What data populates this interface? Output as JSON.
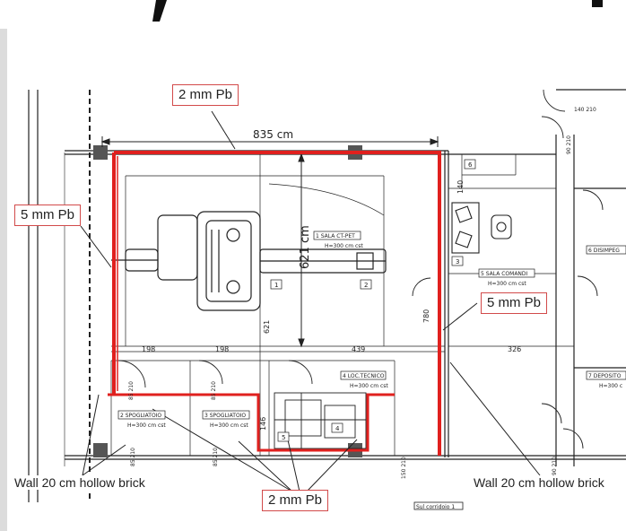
{
  "labels": {
    "pb_top": "2 mm Pb",
    "pb_left": "5 mm Pb",
    "pb_right": "5 mm Pb",
    "pb_bottom": "2 mm Pb",
    "wall_left": "Wall 20 cm hollow brick",
    "wall_right": "Wall 20 cm hollow brick"
  },
  "dimensions": {
    "width_total": "835 cm",
    "height_total": "621 cm",
    "seg_198a": "198",
    "seg_198b": "198",
    "seg_439": "439",
    "seg_326": "326",
    "seg_780": "780",
    "seg_621_small": "621",
    "seg_146": "146",
    "seg_140": "140",
    "door_140_210": "140 210",
    "door_90_210": "90 210",
    "door_85_210a": "85 210",
    "door_85_210b": "85 210",
    "door_85_210c": "85 210",
    "door_85_210d": "85 210",
    "door_150_210": "150 210",
    "door_90_210b": "90 210"
  },
  "rooms": {
    "r1_name": "1 SALA CT-PET",
    "r1_h": "H=300 cm cst",
    "r2_name": "2 SPOGLIATOIO",
    "r2_h": "H=300 cm cst",
    "r3_name": "3 SPOGLIATOIO",
    "r3_h": "H=300 cm cst",
    "r4_name": "4 LOC.TECNICO",
    "r4_h": "H=300 cm cst",
    "r5_name": "5 SALA COMANDI",
    "r5_h": "H=300 cm cst",
    "r6_name": "6 DISIMPEG",
    "r7_name": "7 DEPOSITO",
    "r7_h": "H=300 c",
    "tag_1": "1",
    "tag_2": "2",
    "tag_3": "3",
    "tag_4": "4",
    "tag_5": "5",
    "tag_6": "6",
    "legend_strip": "Sul corridoio 1"
  },
  "colors": {
    "lead_shield": "#e0201e",
    "callout_border": "#d24a4a",
    "line": "#222222"
  }
}
